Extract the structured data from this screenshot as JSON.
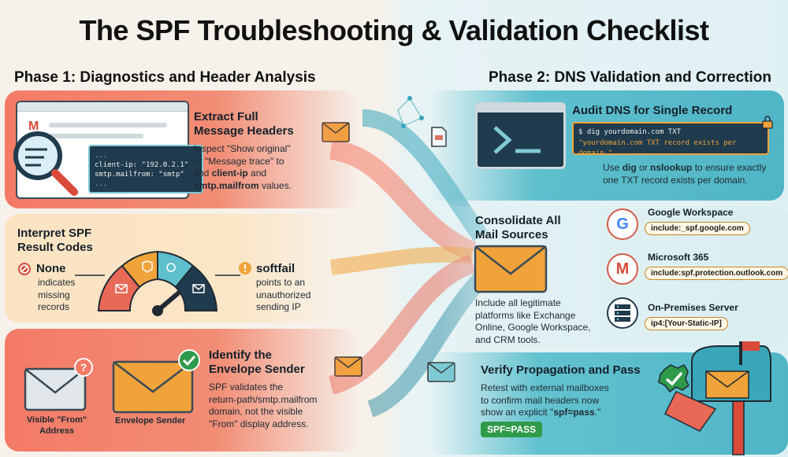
{
  "title": "The SPF Troubleshooting & Validation Checklist",
  "phase1": {
    "heading": "Phase 1: Diagnostics and Header Analysis",
    "extract": {
      "title_line1": "Extract Full",
      "title_line2": "Message Headers",
      "desc1": "Inspect \"Show original\"",
      "desc2": "or \"Message trace\" to",
      "desc3_pre": "find ",
      "desc3_bold": "client-ip",
      "desc3_post": " and",
      "desc4_bold": "smtp.mailfrom",
      "desc4_post": " values.",
      "code_line1": "client-ip: \"192.0.2.1\"",
      "code_line2": "smtp.mailfrom: \"smtp\""
    },
    "interpret": {
      "title_line1": "Interpret SPF",
      "title_line2": "Result Codes",
      "none_label": "None",
      "none_desc1": "indicates",
      "none_desc2": "missing",
      "none_desc3": "records",
      "softfail_label": "softfail",
      "softfail_desc1": "points to an",
      "softfail_desc2": "unauthorized",
      "softfail_desc3": "sending IP"
    },
    "envelope": {
      "title_line1": "Identify the",
      "title_line2": "Envelope Sender",
      "desc1": "SPF validates the",
      "desc2": "return-path/smtp.mailfrom",
      "desc3": "domain, not the visible",
      "desc4": "\"From\" display address.",
      "visible_from_line1": "Visible \"From\"",
      "visible_from_line2": "Address",
      "envelope_sender": "Envelope Sender"
    }
  },
  "phase2": {
    "heading": "Phase 2: DNS Validation and Correction",
    "audit": {
      "title": "Audit DNS for Single Record",
      "cmd": "$ dig yourdomain.com TXT",
      "cmd_out": "\"yourdomain.com TXT record exists per domain.\"",
      "desc1_pre": "Use ",
      "desc1_b1": "dig",
      "desc1_mid": " or ",
      "desc1_b2": "nslookup",
      "desc1_post": " to ensure exactly",
      "desc2": "one TXT record exists per domain."
    },
    "consolidate": {
      "title_line1": "Consolidate All",
      "title_line2": "Mail Sources",
      "desc1": "Include all legitimate",
      "desc2": "platforms like Exchange",
      "desc3": "Online, Google Workspace,",
      "desc4": "and CRM tools.",
      "sources": [
        {
          "name": "Google Workspace",
          "include": "include:_spf.google.com",
          "icon": "google-logo-icon"
        },
        {
          "name": "Microsoft 365",
          "include": "include:spf.protection.outlook.com",
          "icon": "gmail-logo-icon"
        },
        {
          "name": "On-Premises Server",
          "include": "ip4:[Your-Static-IP]",
          "icon": "server-icon"
        }
      ]
    },
    "verify": {
      "title": "Verify Propagation and Pass",
      "desc1": "Retest with external mailboxes",
      "desc2": "to confirm mail headers now",
      "desc3_pre": "show an explicit \"",
      "desc3_bold": "spf=pass",
      "desc3_post": ".\"",
      "badge": "SPF=PASS"
    }
  },
  "colors": {
    "coral": "#f47a66",
    "teal": "#4fb5c6",
    "cream": "#fbe3c2",
    "orange": "#f0a33a",
    "navy": "#1f3b4d",
    "green": "#2e9a4a"
  }
}
